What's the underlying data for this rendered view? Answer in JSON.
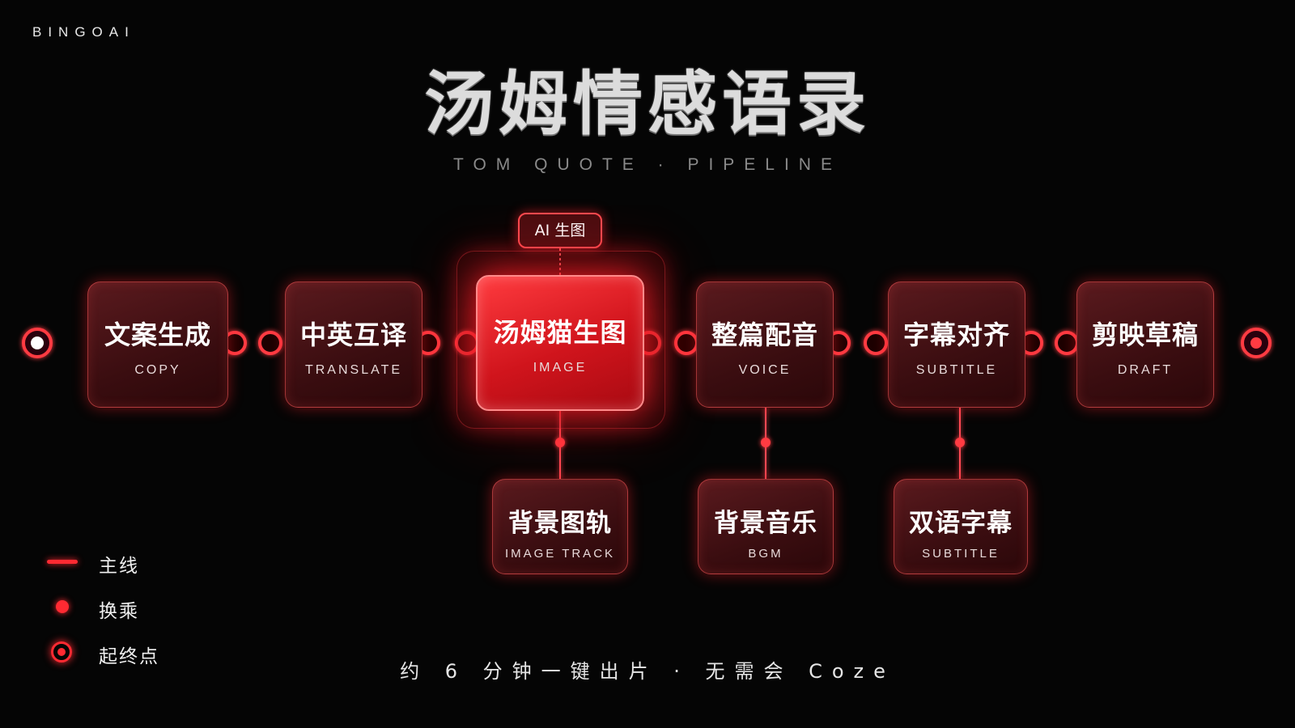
{
  "brand": "BINGOAI",
  "title": "汤姆情感语录",
  "subtitle": "TOM QUOTE · PIPELINE",
  "ai_tag": "AI 生图",
  "main_nodes": [
    {
      "zh": "文案生成",
      "en": "COPY"
    },
    {
      "zh": "中英互译",
      "en": "TRANSLATE"
    },
    {
      "zh": "汤姆猫生图",
      "en": "IMAGE"
    },
    {
      "zh": "整篇配音",
      "en": "VOICE"
    },
    {
      "zh": "字幕对齐",
      "en": "SUBTITLE"
    },
    {
      "zh": "剪映草稿",
      "en": "DRAFT"
    }
  ],
  "branch_nodes": [
    {
      "zh": "背景图轨",
      "en": "IMAGE TRACK"
    },
    {
      "zh": "背景音乐",
      "en": "BGM"
    },
    {
      "zh": "双语字幕",
      "en": "SUBTITLE"
    }
  ],
  "legend": {
    "main_line": "主线",
    "transfer": "换乘",
    "endpoint": "起终点"
  },
  "footer": "约 6 分钟一键出片 · 无需会 Coze",
  "colors": {
    "accent": "#ff2a32",
    "node_fill": "#3a0d10",
    "highlight_fill": "#d0141c",
    "background": "#050505"
  }
}
